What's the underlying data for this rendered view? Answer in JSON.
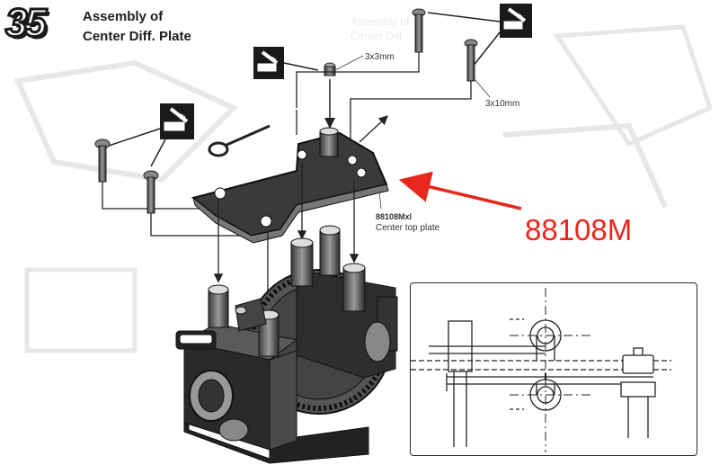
{
  "step": {
    "number": "35",
    "title_line1": "Assembly of",
    "title_line2": "Center Diff. Plate"
  },
  "labels": {
    "screw_3x3": "3x3mm",
    "screw_3x10": "3x10mm",
    "part_code": "88108Mxl",
    "part_name": "Center top plate",
    "threadlock_badge": "TL"
  },
  "annotation": {
    "part_number": "88108M",
    "color": "#e8261c"
  },
  "icons": [
    "threadlock-tube-icon"
  ]
}
